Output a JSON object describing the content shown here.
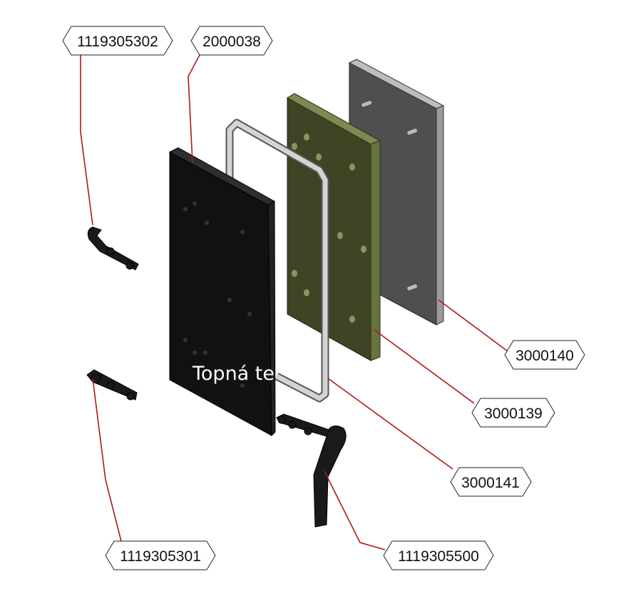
{
  "title": "Topná te",
  "callouts": [
    {
      "id": "1119305302"
    },
    {
      "id": "2000038"
    },
    {
      "id": "3000140"
    },
    {
      "id": "3000139"
    },
    {
      "id": "3000141"
    },
    {
      "id": "1119305301"
    },
    {
      "id": "1119305500"
    }
  ],
  "colors": {
    "leader": "#b01818",
    "green_plate": "#3f4424",
    "gray_plate": "#4f4f4f",
    "black_plate": "#111111"
  }
}
